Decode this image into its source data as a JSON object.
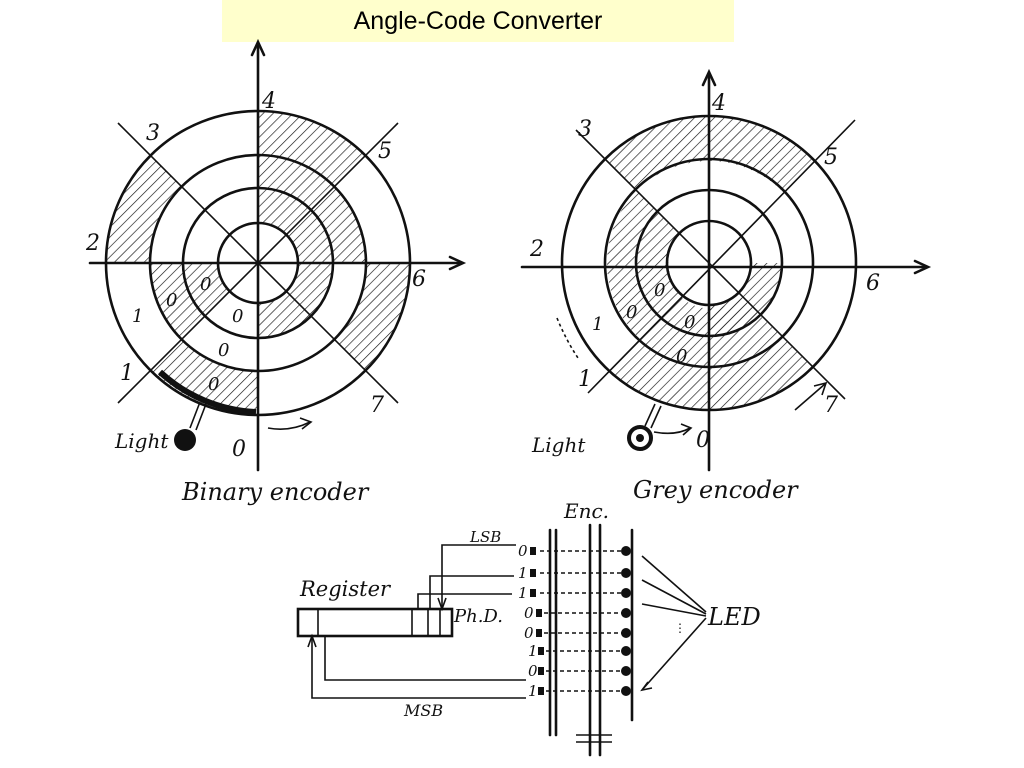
{
  "title": "Angle-Code Converter",
  "binary_encoder": {
    "caption": "Binary encoder",
    "sector_numbers": [
      "0",
      "1",
      "2",
      "3",
      "4",
      "5",
      "6",
      "7"
    ],
    "bit_marks": [
      "1",
      "0",
      "0",
      "0",
      "0",
      "0"
    ],
    "light_label": "Light"
  },
  "grey_encoder": {
    "caption": "Grey encoder",
    "sector_numbers": [
      "0",
      "1",
      "2",
      "3",
      "4",
      "5",
      "6",
      "7"
    ],
    "bit_marks": [
      "1",
      "0",
      "0",
      "0",
      "0"
    ],
    "light_label": "Light"
  },
  "register_diagram": {
    "enc_label": "Enc.",
    "lsb_label": "LSB",
    "msb_label": "MSB",
    "register_label": "Register",
    "photodiode_label": "Ph.D.",
    "led_label": "LED",
    "bits": [
      "0",
      "1",
      "1",
      "0",
      "0",
      "1",
      "0",
      "1"
    ]
  }
}
